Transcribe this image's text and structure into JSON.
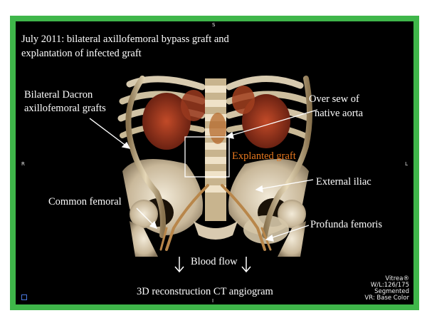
{
  "header": {
    "line1": "July 2011: bilateral axillofemoral bypass graft and",
    "line2": "explantation of infected graft"
  },
  "labels": {
    "dacron_line1": "Bilateral Dacron",
    "dacron_line2": "axillofemoral grafts",
    "oversew_line1": "Over sew of",
    "oversew_line2": "native aorta",
    "explanted": "Explanted graft",
    "external_iliac": "External iliac",
    "common_femoral": "Common femoral",
    "profunda": "Profunda femoris",
    "blood_flow": "Blood flow",
    "caption": "3D reconstruction CT angiogram"
  },
  "orientation": {
    "top": "S",
    "left": "R",
    "right": "L",
    "bottom": "I"
  },
  "viewer": {
    "brand": "Vitrea®",
    "window_level": "W/L:126/175",
    "mode": "Segmented",
    "render": "VR: Base Color"
  },
  "colors": {
    "frame": "#3fb64a",
    "background": "#000000",
    "label_text": "#ffffff",
    "highlight_text": "#e8781e"
  }
}
